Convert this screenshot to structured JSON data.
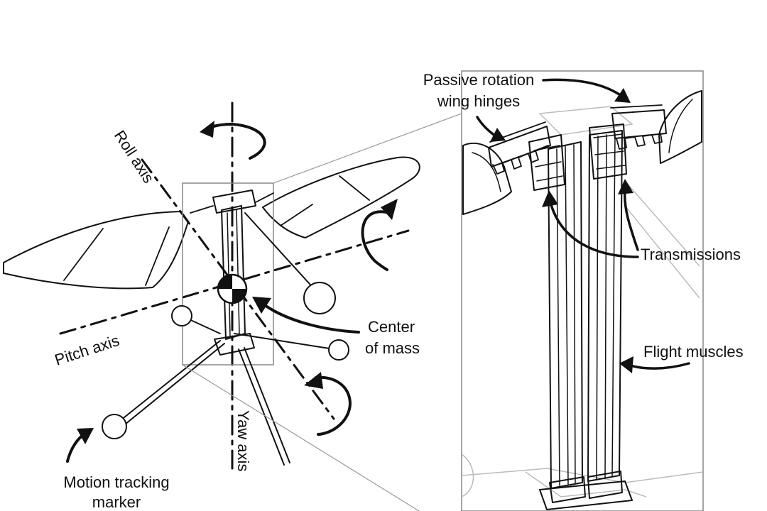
{
  "labels": {
    "roll_axis": "Roll axis",
    "pitch_axis": "Pitch axis",
    "yaw_axis": "Yaw axis",
    "center_of_mass_line1": "Center",
    "center_of_mass_line2": "of mass",
    "motion_marker_line1": "Motion tracking",
    "motion_marker_line2": "marker",
    "passive_hinges_line1": "Passive rotation",
    "passive_hinges_line2": "wing hinges",
    "transmissions": "Transmissions",
    "flight_muscles": "Flight muscles"
  }
}
